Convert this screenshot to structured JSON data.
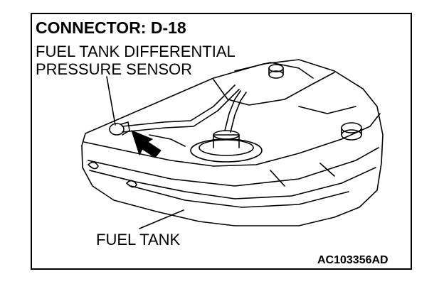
{
  "diagram": {
    "title": "CONNECTOR: D-18",
    "sensor_label_line1": "FUEL TANK DIFFERENTIAL",
    "sensor_label_line2": "PRESSURE SENSOR",
    "tank_label": "FUEL TANK",
    "figure_code": "AC103356AD"
  }
}
